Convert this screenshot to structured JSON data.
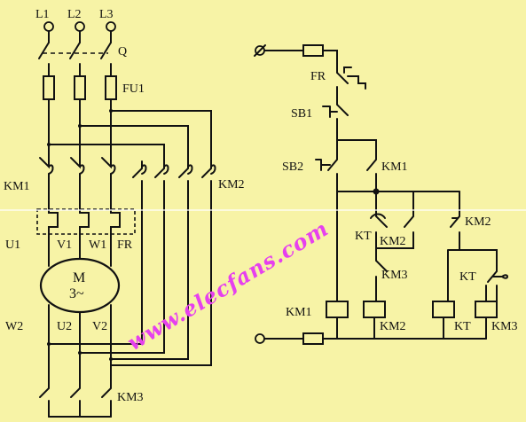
{
  "watermark": "www.elecfans.com",
  "colors": {
    "background": "#f7f3a6",
    "line": "#111111",
    "watermark": "#e640ee"
  },
  "labels": {
    "l1": "L1",
    "l2": "L2",
    "l3": "L3",
    "q": "Q",
    "fu1": "FU1",
    "km1_main": "KM1",
    "km2_main": "KM2",
    "u1": "U1",
    "v1": "V1",
    "w1": "W1",
    "fr_main": "FR",
    "motor_m": "M",
    "motor_3ph": "3~",
    "w2": "W2",
    "u2": "U2",
    "v2": "V2",
    "km3_main": "KM3",
    "fr_ctrl": "FR",
    "sb1": "SB1",
    "sb2": "SB2",
    "km1_ctrl": "KM1",
    "km2_ctrl": "KM2",
    "kt_ctrl": "KT",
    "km2_nc": "KM2",
    "km3_ctrl": "KM3",
    "kt_td": "KT",
    "km1_coil": "KM1",
    "km2_coil": "KM2",
    "kt_coil": "KT",
    "km3_coil": "KM3"
  }
}
